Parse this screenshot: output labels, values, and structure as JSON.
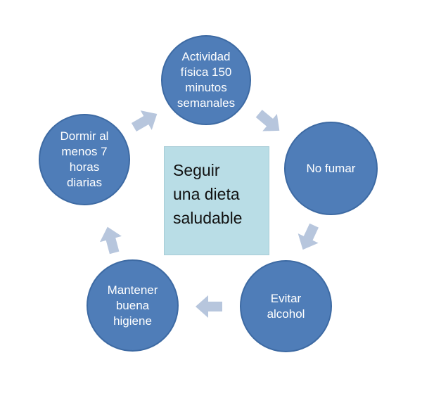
{
  "center": {
    "text": "Seguir\nuna dieta\nsaludable"
  },
  "nodes": {
    "activity": "Actividad\nfísica 150\nminutos\nsemanales",
    "no_smoking": "No fumar",
    "alcohol": "Evitar\nalcohol",
    "hygiene": "Mantener\nbuena\nhigiene",
    "sleep": "Dormir al\nmenos 7\nhoras\ndiarias"
  },
  "colors": {
    "node_fill": "#4f7db8",
    "center_fill": "#b9dde6",
    "arrow_fill": "#b7c6dd"
  }
}
